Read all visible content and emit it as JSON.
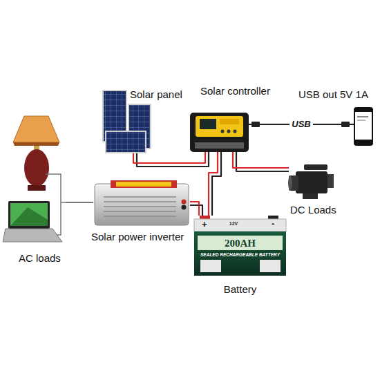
{
  "diagram": {
    "nodes": [
      {
        "text": [
          "Solar panel"
        ]
      },
      {
        "text": [
          "Solar controller"
        ]
      },
      {
        "text": [
          "USB out 5V 1A"
        ]
      },
      {
        "text": [
          "DC Loads"
        ]
      },
      {
        "text": [
          "Solar power inverter"
        ]
      },
      {
        "text": [
          "AC loads"
        ]
      },
      {
        "text": [
          "200AH",
          "Battery"
        ]
      }
    ],
    "edges": [
      {
        "from": 0,
        "to": 1,
        "arrow": "none"
      },
      {
        "from": 1,
        "to": 6,
        "arrow": "none"
      },
      {
        "from": 1,
        "to": 3,
        "arrow": "none"
      },
      {
        "from": 1,
        "to": 2,
        "label": "USB",
        "arrow": "none"
      },
      {
        "from": 6,
        "to": 4,
        "arrow": "none"
      },
      {
        "from": 4,
        "to": 5,
        "arrow": "none"
      }
    ],
    "labels": [
      "12V",
      "+",
      "-",
      "SEALED RECHARGEABLE BATTERY"
    ]
  }
}
